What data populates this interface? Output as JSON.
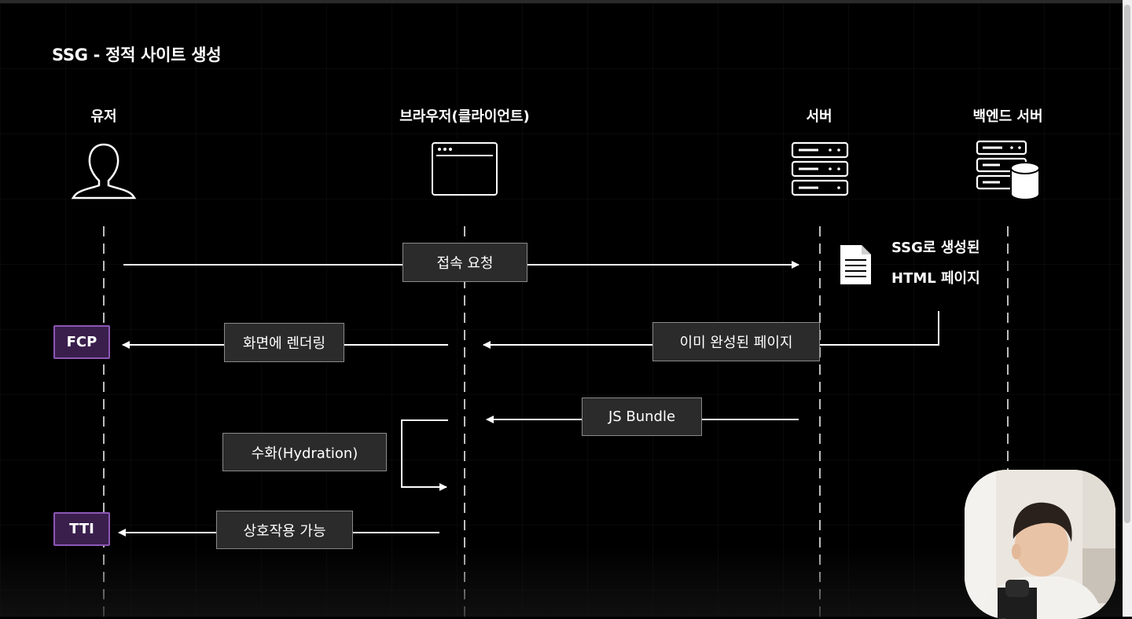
{
  "slide": {
    "title": "SSG - 정적 사이트 생성"
  },
  "actors": {
    "user": "유저",
    "browser": "브라우저(클라이언트)",
    "server": "서버",
    "backend": "백엔드 서버"
  },
  "document": {
    "line1": "SSG로 생성된",
    "line2": "HTML 페이지"
  },
  "messages": {
    "connect_request": "접속 요청",
    "render_screen": "화면에 렌더링",
    "prebuilt_page": "이미 완성된 페이지",
    "js_bundle": "JS Bundle",
    "hydration": "수화(Hydration)",
    "interactive": "상호작용 가능"
  },
  "metrics": {
    "fcp": "FCP",
    "tti": "TTI"
  },
  "icons": {
    "user": "user-icon",
    "browser": "browser-window-icon",
    "server": "server-rack-icon",
    "backend": "server-database-icon",
    "document": "document-icon"
  },
  "colors": {
    "background": "#000000",
    "box_fill": "#2b2b2b",
    "box_border": "#8a8a8a",
    "metric_fill": "#3a1f4d",
    "metric_border": "#8c57b5"
  }
}
